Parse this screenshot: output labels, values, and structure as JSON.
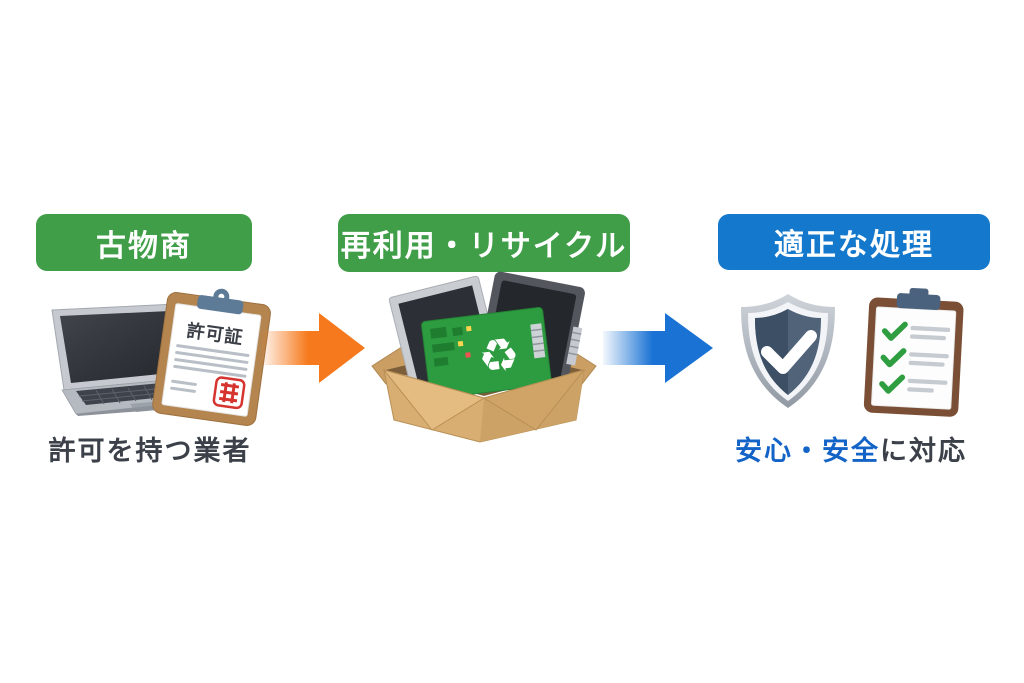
{
  "diagram": {
    "background_color": "#ffffff",
    "header_text_color": "#ffffff",
    "caption_text_color": "#3b4049",
    "steps": [
      {
        "name": "secondhand-dealer",
        "header": {
          "label": "古物商",
          "bg_color": "#3f9e47"
        },
        "caption": "許可を持つ業者",
        "permit": {
          "title": "許可証"
        },
        "illustrations": [
          "laptop",
          "permit-clipboard",
          "red-seal-stamp"
        ]
      },
      {
        "name": "reuse-recycle",
        "header": {
          "label": "再利用・リサイクル",
          "bg_color": "#3f9e47"
        },
        "recycle_symbol": "♻",
        "illustrations": [
          "cardboard-box",
          "tablet-devices",
          "green-circuit-board"
        ]
      },
      {
        "name": "proper-processing",
        "header": {
          "label": "適正な処理",
          "bg_color": "#1478cc"
        },
        "caption_highlight": "安心・安全",
        "caption_rest": "に対応",
        "caption_highlight_color": "#1464c8",
        "illustrations": [
          "shield-check",
          "checklist-clipboard"
        ]
      }
    ],
    "arrows": [
      {
        "name": "flow-arrow-1",
        "color": "#f67a1d"
      },
      {
        "name": "flow-arrow-2",
        "color": "#1a73d4"
      }
    ]
  }
}
